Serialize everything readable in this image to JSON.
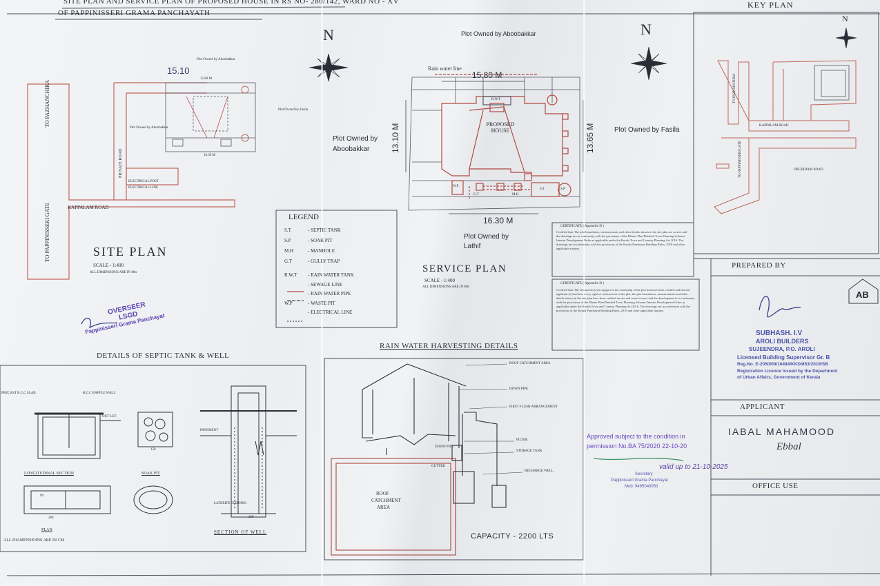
{
  "title": {
    "line1": "SITE PLAN AND SERVICE PLAN OF PROPOSED HOUSE IN RS NO- 280/142, WARD NO - XV",
    "line2": "OF PAPPINISSERI GRAMA PANCHAYATH"
  },
  "north": "N",
  "site_plan": {
    "title": "SITE PLAN",
    "scale": "SCALE - 1:400",
    "dimensions_note": "ALL DIMENSIONS ARE IN Mts",
    "road_pazhanchira": "TO PAZHANCHIRA",
    "road_pappinisseri": "TO PAPPINISSERI GATE",
    "kappalam_road": "KAPPALAM ROAD",
    "private_road": "PRIVATE ROAD",
    "electrical_post": "ELECTRICAL POST",
    "electrical_line": "ELECTRICAL LINE",
    "handwritten": "15.10",
    "dim_top": "15.80 M",
    "dim_bottom": "16.30 M",
    "plot_top": "Plot Owned by Aboobakkar",
    "plot_right": "Plot Owned by Fasila",
    "plot_left": "Plot Owned by Aboobakkar"
  },
  "service_plan": {
    "title": "SERVICE PLAN",
    "scale": "SCALE - 1:400",
    "dimensions_note": "ALL DIMENSIONS ARE IN Mts",
    "plot_top": "Plot Owned by Aboobakkar",
    "plot_left_1": "Plot Owned by",
    "plot_left_2": "Aboobakkar",
    "plot_right": "Plot Owned by Fasila",
    "plot_bottom_1": "Plot Owned by",
    "plot_bottom_2": "Lathif",
    "rain_water_line": "Rain water line",
    "dim_top": "15.80 M",
    "dim_left": "13.10 M",
    "dim_right": "13.65 M",
    "dim_bottom": "16.30 M",
    "house_label": "PROPOSED HOUSE",
    "rwt": "R.W.T",
    "st": "S.T",
    "sp": "S.P",
    "wp": "W.P",
    "mh": "M.H",
    "gt": "G.T"
  },
  "legend": {
    "title": "LEGEND",
    "items": [
      {
        "code": "S.T",
        "desc": "SEPTIC TANK"
      },
      {
        "code": "S.P",
        "desc": "SOAK PIT"
      },
      {
        "code": "M.H",
        "desc": "MANHOLE"
      },
      {
        "code": "G.T",
        "desc": "GULLY TRAP"
      },
      {
        "code": "R.W.T",
        "desc": "RAIN WATER TANK"
      },
      {
        "code": "",
        "desc": "SEWAGE LINE"
      },
      {
        "code": "",
        "desc": "RAIN WATER PIPE"
      },
      {
        "code": "W.P",
        "desc": "WASTE PIT"
      },
      {
        "code": "",
        "desc": "ELECTRICAL LINE"
      }
    ]
  },
  "certificates": {
    "cert1_title": "CERTIFICATE ( Appendix-D )",
    "cert1_text": "Certified that: The plot boundaries, measurements and other details shown in the site plan are correct and the drawings are in conformity with the provisions of the Master Plan/Detailed Town Planning Scheme/ Interim Development Order as applicable under the Kerala Town and Country Planning Act 2016. The drawings are in conformity with the provisions of the Kerala Panchayat Building Rules, 2019 and other applicable statutes.",
    "cert2_title": "CERTIFICATE ( Appendix-D )",
    "cert2_text": "Certified that: The documents (s) in support of the ownership of the plot has/have been verified and that the applicant (s) has/have every right of construction in the plot, the plot boundaries, measurements and other details shown in the site plan have been verified on site and found correct and the development is in conformity with the provisions of the Master Plan/Detailed Town Planning Scheme/ Interim Development Order as applicable under the Kerala Town and Country Planning Act 2016. The drawings are in conformity with the provisions of the Kerala Panchayat Building Rules, 2019 and other applicable statutes."
  },
  "key_plan": {
    "title": "KEY PLAN",
    "road1": "TO PAZHANCHIRA",
    "road2": "TO PAPPINISSERI GATE",
    "road3": "KAPPALAM ROAD",
    "road4": "ORCHIDAM ROAD"
  },
  "prepared_by": {
    "title": "PREPARED BY",
    "logo": "AB",
    "name": "SUBHASH. I.V",
    "company": "AROLI BUILDERS",
    "address": "SUJEENDRA, P.O. AROLI",
    "license1": "Licensed Building Supervisor Gr. B",
    "license2": "Reg.No. E-2050/08/16484/KKD/853/2019/SB",
    "license3": "Registration Licence Issued by the Department",
    "license4": "of Urban Affairs, Government of Kerala"
  },
  "applicant": {
    "title": "APPLICANT",
    "name": "IABAL MAHAMOOD",
    "signature": "Ebbal"
  },
  "office_use": {
    "title": "OFFICE USE"
  },
  "approval": {
    "line1": "Approved subject to the condition in",
    "line2": "permission No.BA 75/2020 22-10-20",
    "valid": "valid up to 21-10-2025",
    "secretary": "Secretary",
    "panchayat": "Pappinisseri Grama Panchayat",
    "phone": "Mob: 9495040050"
  },
  "overseer_stamp": {
    "line1": "OVERSEER",
    "line2": "LSGD",
    "line3": "Pappinisseri Grama Panchayat"
  },
  "septic": {
    "title": "DETAILS OF SEPTIC TANK & WELL",
    "slab": "PRECAST R.C.C SLAB",
    "baffle": "R.C.C BAFFLE WALL",
    "outlet": "OUT LET",
    "longitudinal": "LONGITUDINAL SECTION",
    "soak_pit": "SOAK PIT",
    "plan": "PLAN",
    "section_well": "SECTION OF WELL",
    "note": "ALL DIAMENSIOINS ARE IN CM",
    "pavement": "PAVEMENT",
    "steining": "LATERITE STEINING",
    "dim_150": "150",
    "dim_280": "280",
    "dim_200": "200",
    "dim_90": "90"
  },
  "rainwater": {
    "title": "RAIN WATER HARVESTING DETAILS",
    "roof_area": "ROOF CATCHMENT AREA",
    "down_pipe": "DOWN PIPE",
    "first_flush": "FIRST FLUSH ARRANGEMENT",
    "filter": "FILTER",
    "storage": "STORAGE TANK",
    "recharge": "RECHARGE WELL",
    "gutter": "GUTTER",
    "down_pipe2": "DOWN PIPE",
    "roof_catchment_1": "ROOF",
    "roof_catchment_2": "CATCHMENT",
    "roof_catchment_3": "AREA",
    "capacity": "CAPACITY - 2200 LTS"
  }
}
